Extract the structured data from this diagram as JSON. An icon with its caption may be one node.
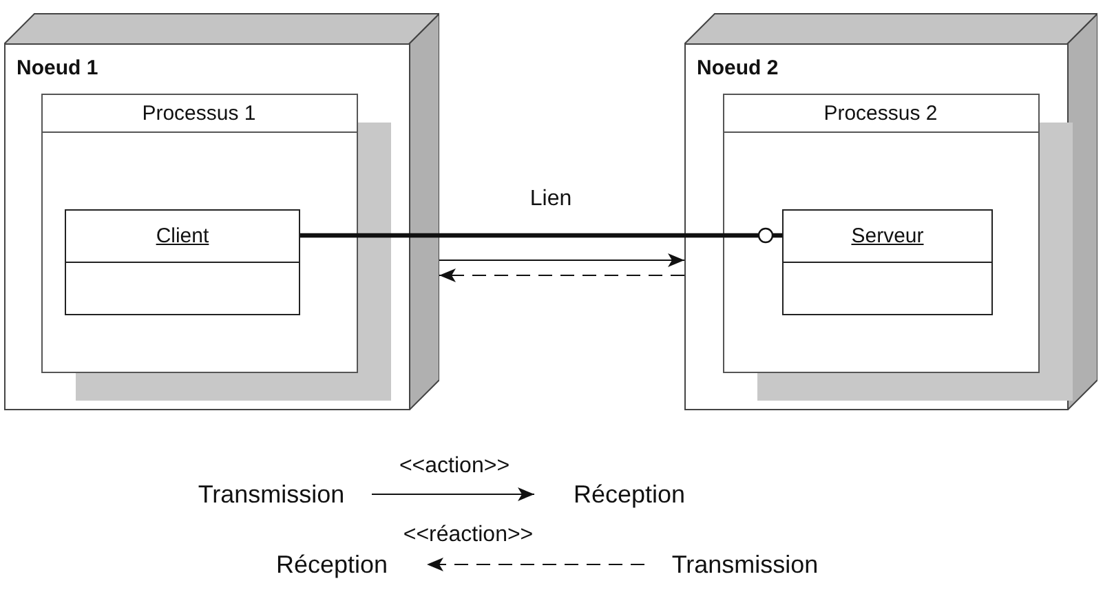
{
  "diagram": {
    "nodes": [
      {
        "text": [
          "Noeud 1"
        ]
      },
      {
        "text": [
          "Processus 1"
        ],
        "in": 0
      },
      {
        "text": [
          "Client"
        ],
        "in": 1
      },
      {
        "text": [
          "Noeud 2"
        ]
      },
      {
        "text": [
          "Processus 2"
        ],
        "in": 3
      },
      {
        "text": [
          "Serveur"
        ],
        "in": 4
      },
      {
        "text": [
          "Transmission"
        ]
      },
      {
        "text": [
          "Réception"
        ]
      },
      {
        "text": [
          "Réception"
        ]
      },
      {
        "text": [
          "Transmission"
        ]
      }
    ],
    "edges": [
      {
        "from": 2,
        "to": 5,
        "arrow": "other",
        "label": "Lien",
        "style": "thick"
      },
      {
        "from": 0,
        "to": 3,
        "arrow": "to"
      },
      {
        "from": 3,
        "to": 0,
        "arrow": "to",
        "style": "dashed"
      },
      {
        "from": 6,
        "to": 7,
        "arrow": "to",
        "label": "<<action>>"
      },
      {
        "from": 9,
        "to": 8,
        "arrow": "to",
        "label": "<<réaction>>",
        "style": "dashed"
      }
    ]
  }
}
